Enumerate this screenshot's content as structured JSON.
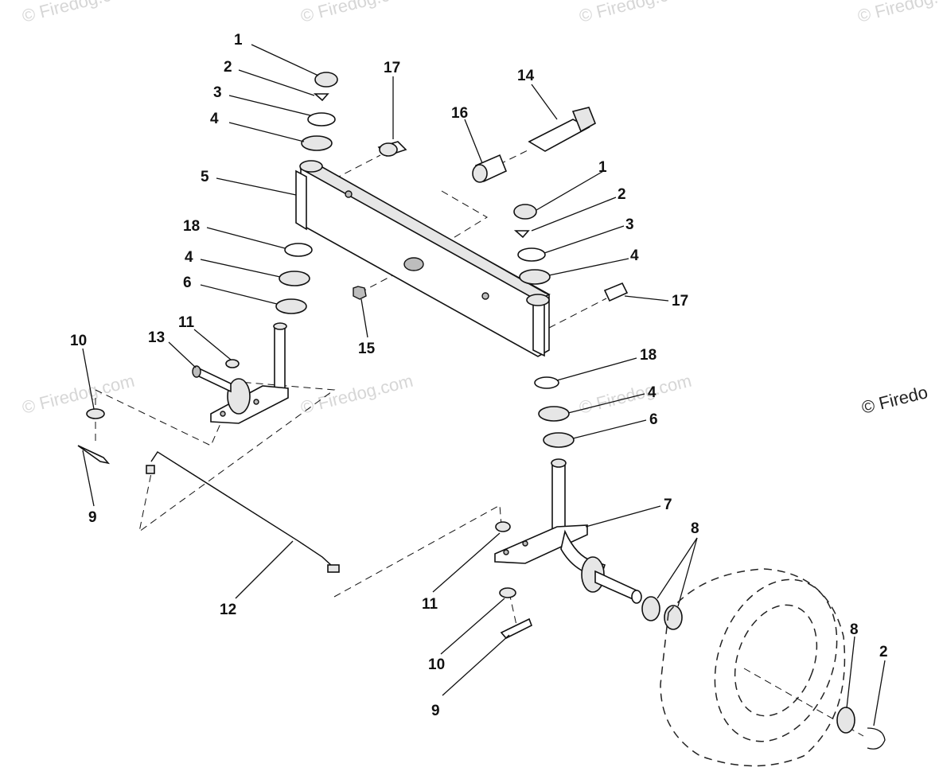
{
  "watermark": {
    "text": "© Firedog.com",
    "side_text": "© Firedo"
  },
  "callouts": [
    {
      "id": "cap-left",
      "label": "1"
    },
    {
      "id": "clip-left",
      "label": "2"
    },
    {
      "id": "washer-left-top",
      "label": "3"
    },
    {
      "id": "bushing-left-top",
      "label": "4"
    },
    {
      "id": "axle",
      "label": "5"
    },
    {
      "id": "spacer-left",
      "label": "18"
    },
    {
      "id": "bushing-left-bottom",
      "label": "4"
    },
    {
      "id": "ring-left",
      "label": "6"
    },
    {
      "id": "zerk-left",
      "label": "17"
    },
    {
      "id": "spacer-sleeve",
      "label": "16"
    },
    {
      "id": "pivot-bolt",
      "label": "14"
    },
    {
      "id": "cap-right",
      "label": "1"
    },
    {
      "id": "clip-right",
      "label": "2"
    },
    {
      "id": "washer-right-top",
      "label": "3"
    },
    {
      "id": "bushing-right-top",
      "label": "4"
    },
    {
      "id": "zerk-right",
      "label": "17"
    },
    {
      "id": "nut-center",
      "label": "15"
    },
    {
      "id": "spacer-right",
      "label": "18"
    },
    {
      "id": "bushing-right-bottom",
      "label": "4"
    },
    {
      "id": "ring-right",
      "label": "6"
    },
    {
      "id": "spindle-right",
      "label": "7"
    },
    {
      "id": "washers-spindle",
      "label": "8"
    },
    {
      "id": "washer-wheel",
      "label": "8"
    },
    {
      "id": "clip-wheel",
      "label": "2"
    },
    {
      "id": "bolt-left",
      "label": "13"
    },
    {
      "id": "bushing-small-left",
      "label": "11"
    },
    {
      "id": "washer-small-left",
      "label": "10"
    },
    {
      "id": "cotter-left",
      "label": "9"
    },
    {
      "id": "drag-link",
      "label": "12"
    },
    {
      "id": "bushing-small-right",
      "label": "11"
    },
    {
      "id": "washer-small-right",
      "label": "10"
    },
    {
      "id": "cotter-right",
      "label": "9"
    }
  ]
}
